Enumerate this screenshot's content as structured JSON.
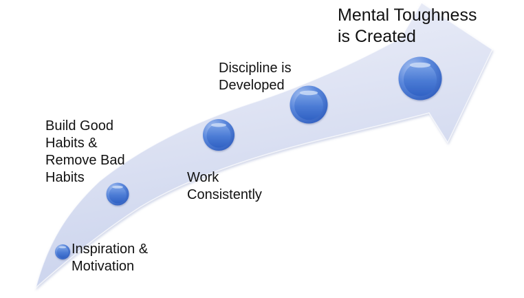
{
  "diagram": {
    "title": "Mental Toughness is Created",
    "stages": [
      {
        "label": "Inspiration &\nMotivation"
      },
      {
        "label": "Build Good\nHabits &\nRemove Bad\nHabits"
      },
      {
        "label": "Work\nConsistently"
      },
      {
        "label": "Discipline is\nDeveloped"
      },
      {
        "label": "Mental Toughness\nis Created"
      }
    ]
  },
  "colors": {
    "background": "#ffffff",
    "text": "#111111",
    "arrow_light": "#f0f2fa",
    "arrow_mid": "#dde2f3",
    "arrow_dark": "#c9d2ec",
    "arrow_edge_highlight": "#ffffff",
    "arrow_shadow": "#8e9cc8",
    "sphere_highlight": "#a6c0f0",
    "sphere_light": "#5b88dc",
    "sphere_dark": "#2a58ba",
    "sphere_inner_top": "#7fa6e8",
    "sphere_inner_mid": "#4a7ad4",
    "sphere_inner_bottom": "#3162c4",
    "sphere_glint": "#cfdff8"
  }
}
